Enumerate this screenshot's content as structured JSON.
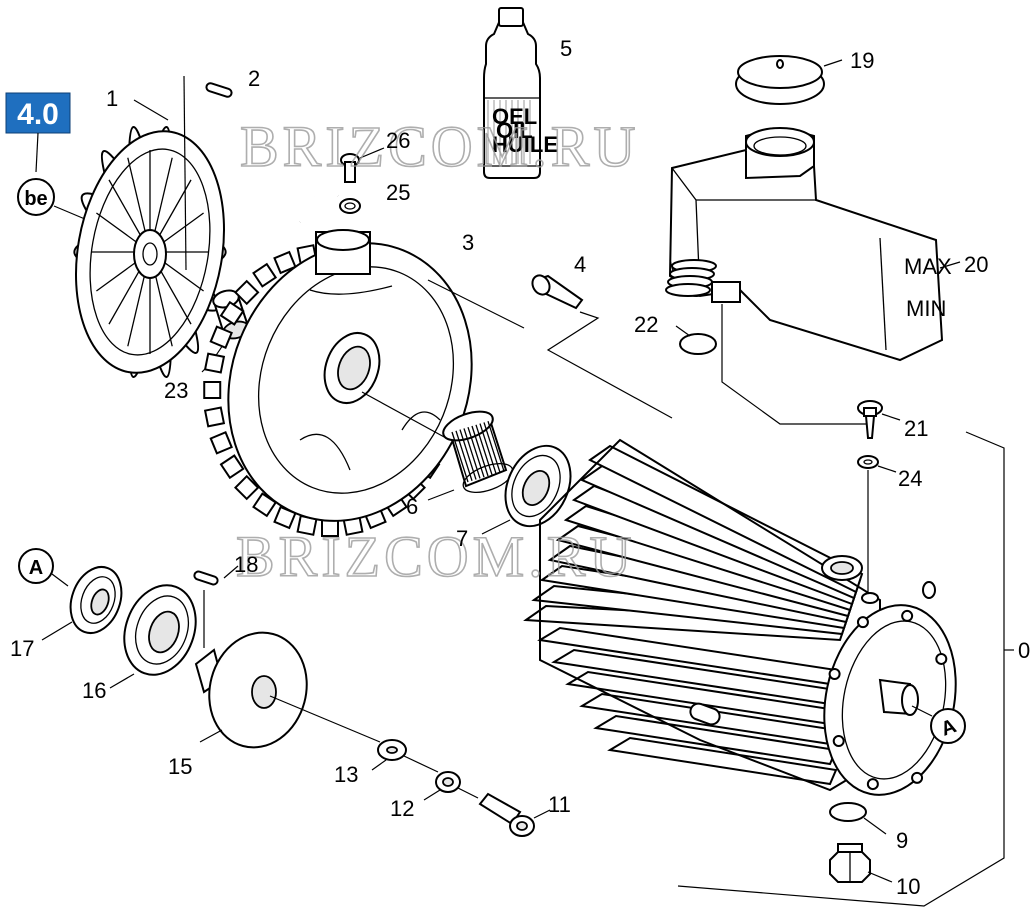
{
  "section_badge": "4.0",
  "badge_color": "#1f6fbf",
  "circle_markers": {
    "be": "be",
    "a_left": "A",
    "a_right": "A"
  },
  "bottle_text": [
    "OEL",
    "OIL",
    "HUILE"
  ],
  "tank_text": {
    "max": "MAX",
    "min": "MIN"
  },
  "watermark": [
    "BRIZCOM.RU",
    "BRIZCOM.RU"
  ],
  "parts": [
    {
      "id": "1",
      "name": "fan"
    },
    {
      "id": "2",
      "name": "key"
    },
    {
      "id": "3",
      "name": "housing-cover"
    },
    {
      "id": "4",
      "name": "screw"
    },
    {
      "id": "5",
      "name": "oil-bottle"
    },
    {
      "id": "6",
      "name": "ring"
    },
    {
      "id": "7",
      "name": "bearing"
    },
    {
      "id": "9",
      "name": "o-ring"
    },
    {
      "id": "10",
      "name": "drain-plug"
    },
    {
      "id": "11",
      "name": "bolt"
    },
    {
      "id": "12",
      "name": "lock-washer"
    },
    {
      "id": "13",
      "name": "washer"
    },
    {
      "id": "15",
      "name": "pulley"
    },
    {
      "id": "16",
      "name": "bearing"
    },
    {
      "id": "17",
      "name": "shaft-seal"
    },
    {
      "id": "18",
      "name": "key"
    },
    {
      "id": "19",
      "name": "tank-cap"
    },
    {
      "id": "20",
      "name": "oil-tank"
    },
    {
      "id": "21",
      "name": "screw"
    },
    {
      "id": "22",
      "name": "o-ring"
    },
    {
      "id": "23",
      "name": "bushing"
    },
    {
      "id": "24",
      "name": "washer"
    },
    {
      "id": "25",
      "name": "hose-clip"
    },
    {
      "id": "26",
      "name": "screw"
    }
  ],
  "assembly_label": "0"
}
